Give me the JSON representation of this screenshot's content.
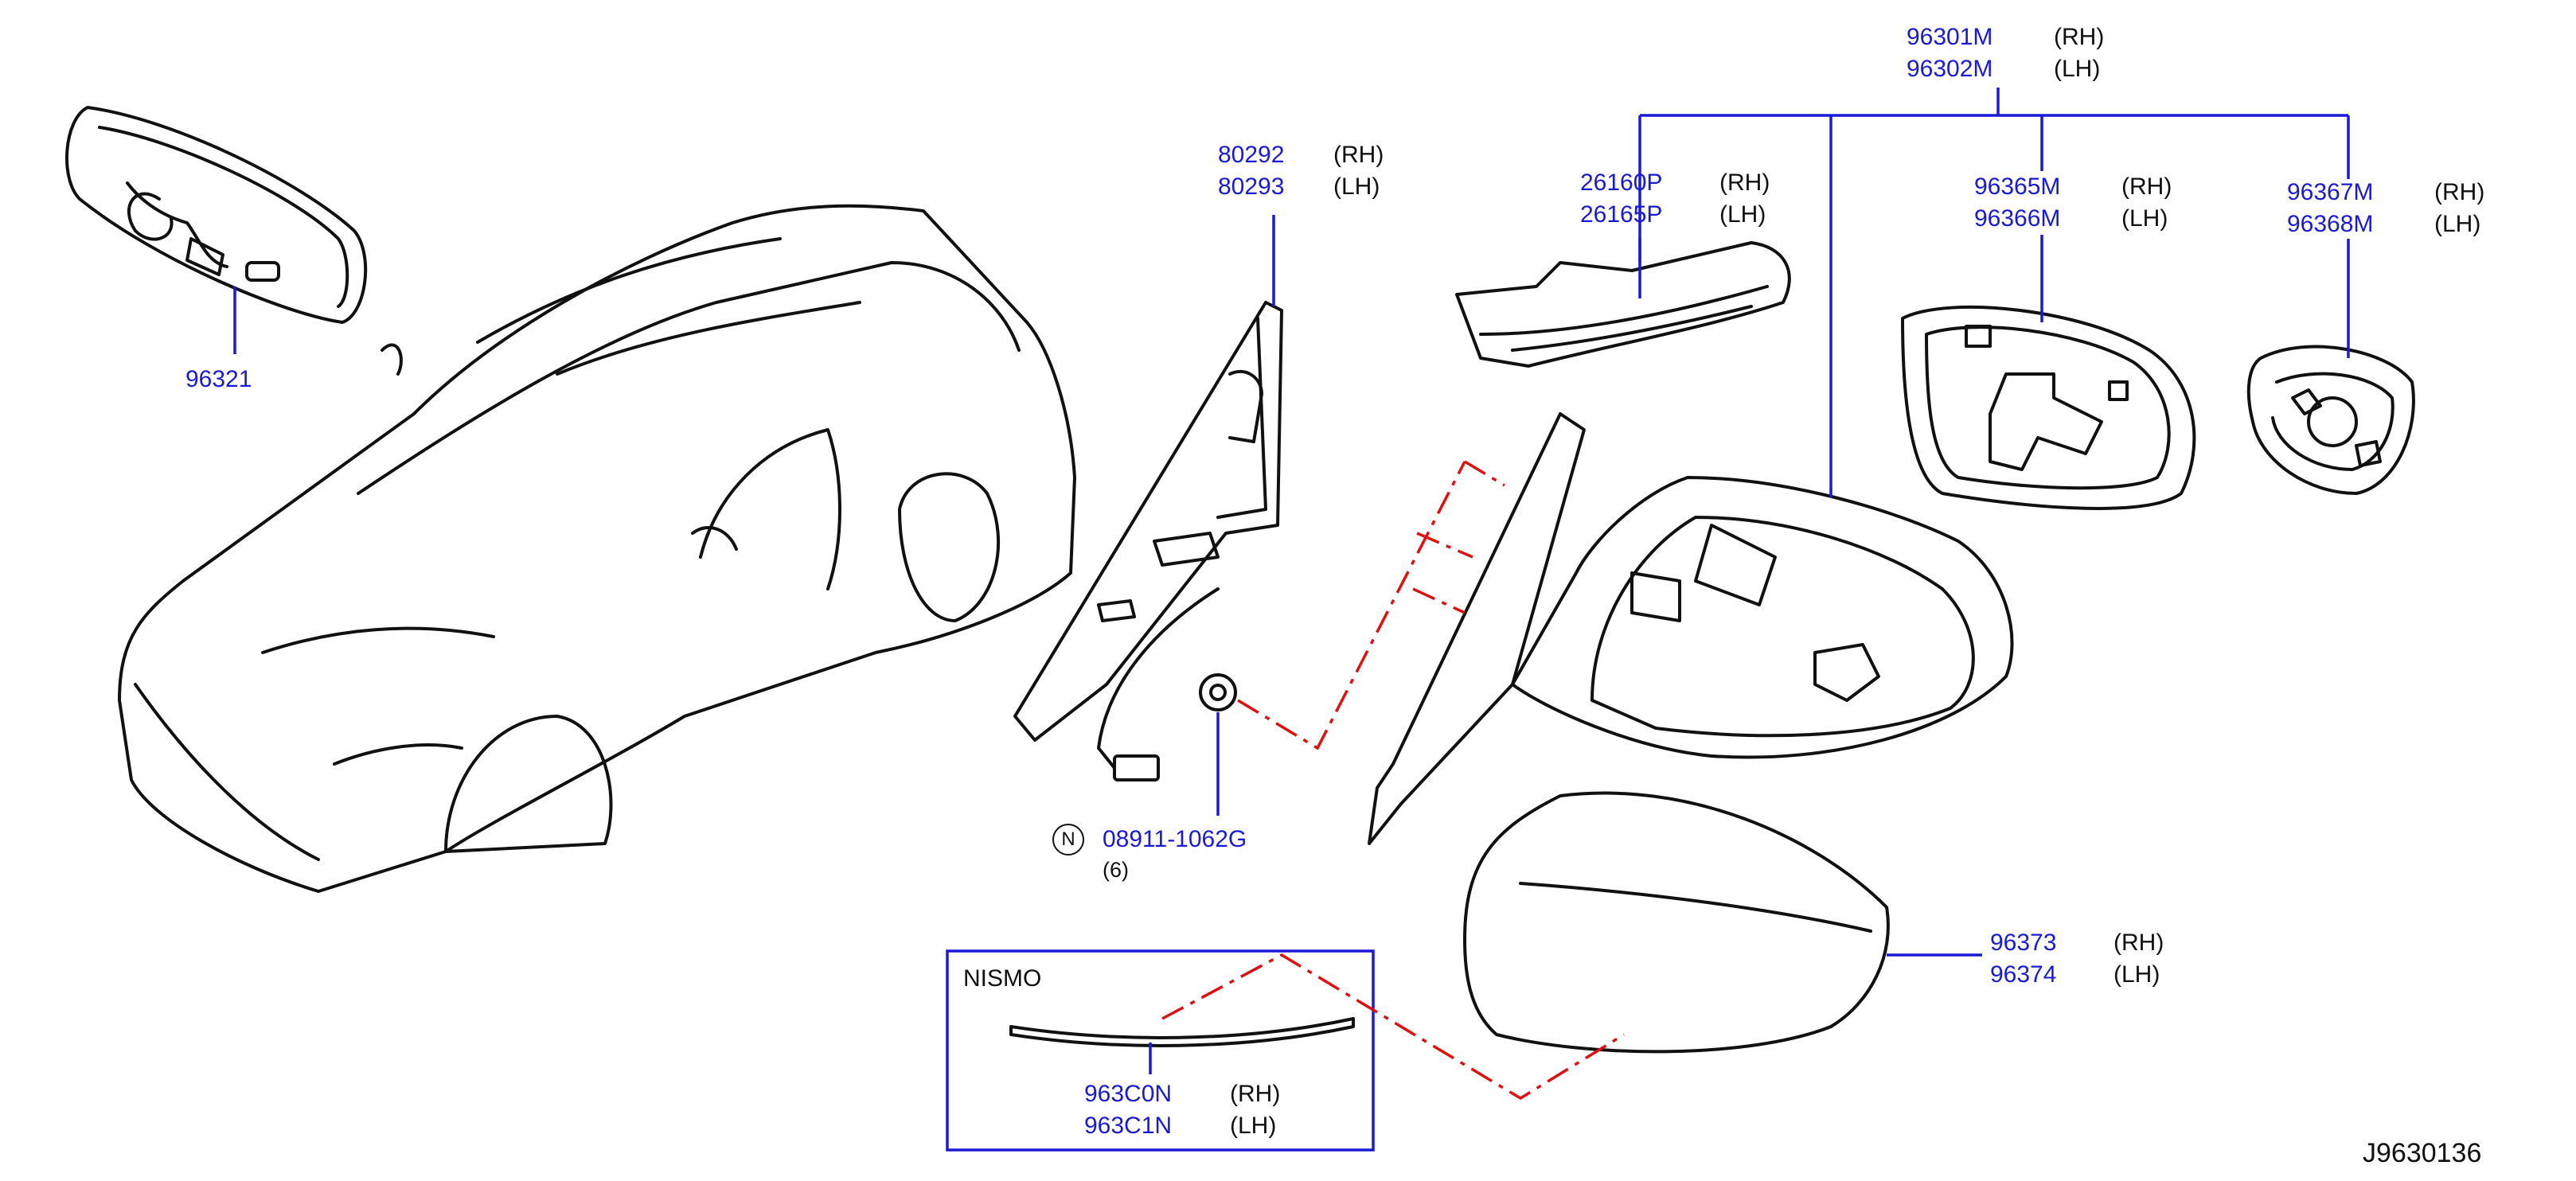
{
  "colors": {
    "part_number": "#1a1ad6",
    "leader": "#1a1ad6",
    "phantom_line": "#e01010",
    "outline": "#111111",
    "text": "#111111"
  },
  "parts": {
    "mirror_assy": {
      "rh": "96301M",
      "rh_side": "(RH)",
      "lh": "96302M",
      "lh_side": "(LH)"
    },
    "inner_mirror": {
      "number": "96321"
    },
    "finisher": {
      "rh": "80292",
      "rh_side": "(RH)",
      "lh": "80293",
      "lh_side": "(LH)"
    },
    "turn_lamp": {
      "rh": "26160P",
      "rh_side": "(RH)",
      "lh": "26165P",
      "lh_side": "(LH)"
    },
    "glass": {
      "rh": "96365M",
      "rh_side": "(RH)",
      "lh": "96366M",
      "lh_side": "(LH)"
    },
    "actuator": {
      "rh": "96367M",
      "rh_side": "(RH)",
      "lh": "96368M",
      "lh_side": "(LH)"
    },
    "nut": {
      "symbol": "N",
      "number": "08911-1062G",
      "qty": "(6)"
    },
    "cover": {
      "rh": "96373",
      "rh_side": "(RH)",
      "lh": "96374",
      "lh_side": "(LH)"
    },
    "nismo": {
      "title": "NISMO",
      "rh": "963C0N",
      "rh_side": "(RH)",
      "lh": "963C1N",
      "lh_side": "(LH)"
    }
  },
  "diagram_code": "J9630136"
}
